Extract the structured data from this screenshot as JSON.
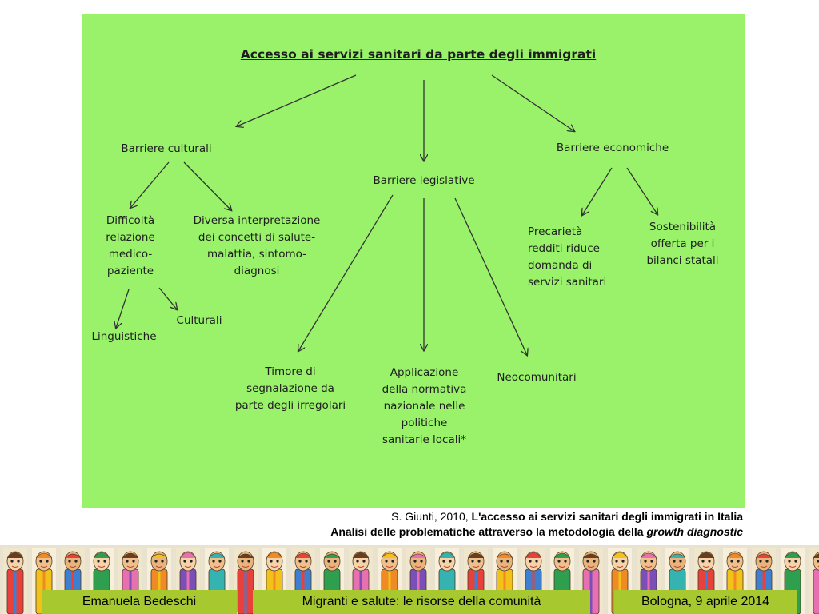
{
  "diagram": {
    "title": "Accesso ai servizi sanitari da parte degli immigrati",
    "barriere_culturali": {
      "label": "Barriere culturali",
      "difficolta": "Difficoltà\nrelazione\nmedico-\npaziente",
      "diversa_interpretazione": "Diversa interpretazione\ndei concetti di salute-\nmalattia, sintomo-\ndiagnosi",
      "linguistiche": "Linguistiche",
      "culturali": "Culturali"
    },
    "barriere_legislative": {
      "label": "Barriere legislative",
      "timore": "Timore di\nsegnalazione  da\nparte degli irregolari",
      "applicazione": "Applicazione\ndella normativa\nnazionale  nelle\npolitiche\nsanitarie locali*",
      "neocomunitari": "Neocomunitari"
    },
    "barriere_economiche": {
      "label": "Barriere economiche",
      "precarieta": "Precarietà\nredditi riduce\ndomanda  di\nservizi sanitari",
      "sostenibilita": "Sostenibilità\nofferta per i\nbilanci statali"
    }
  },
  "citation": {
    "author_year": "S. Giunti, 2010, ",
    "title": "L'accesso ai servizi sanitari degli immigrati in Italia",
    "subtitle": "Analisi delle problematiche attraverso la metodologia della ",
    "subtitle_italic": "growth diagnostic"
  },
  "footer": {
    "author": "Emanuela Bedeschi",
    "topic": "Migranti e salute: le risorse della comunità",
    "date": "Bologna, 9 aprile 2014"
  },
  "colors": {
    "panel_green": "#99f26a",
    "footer_green": "#a8c830",
    "arrow": "#333333"
  }
}
